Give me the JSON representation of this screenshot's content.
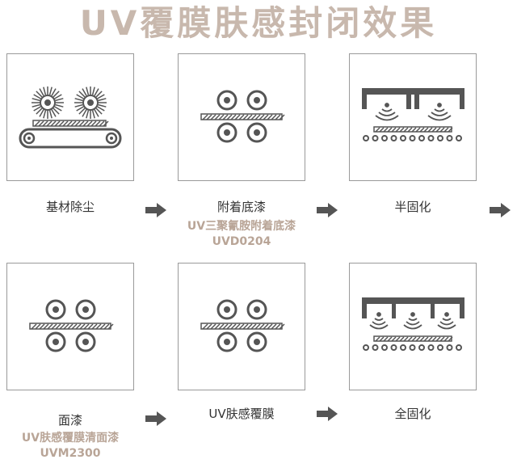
{
  "title": "UV覆膜肤感封闭效果",
  "steps": [
    {
      "label": "基材除尘",
      "icon": "dust-removal-brushes-conveyor-icon"
    },
    {
      "label": "附着底漆",
      "sub1": "UV三聚氰胺附着底漆",
      "sub2": "UVD0204",
      "icon": "roller-coater-icon"
    },
    {
      "label": "半固化",
      "icon": "uv-lamp-partial-cure-icon"
    },
    {
      "label": "面漆",
      "sub1": "UV肤感覆膜清面漆",
      "sub2": "UVM2300",
      "icon": "roller-coater-icon"
    },
    {
      "label": "UV肤感覆膜",
      "icon": "roller-coater-icon"
    },
    {
      "label": "全固化",
      "icon": "uv-lamp-full-cure-icon"
    }
  ],
  "colors": {
    "title": "#c8b8ad",
    "accent": "#b9a597",
    "icon": "#5a5a5a",
    "arrow": "#555555"
  }
}
